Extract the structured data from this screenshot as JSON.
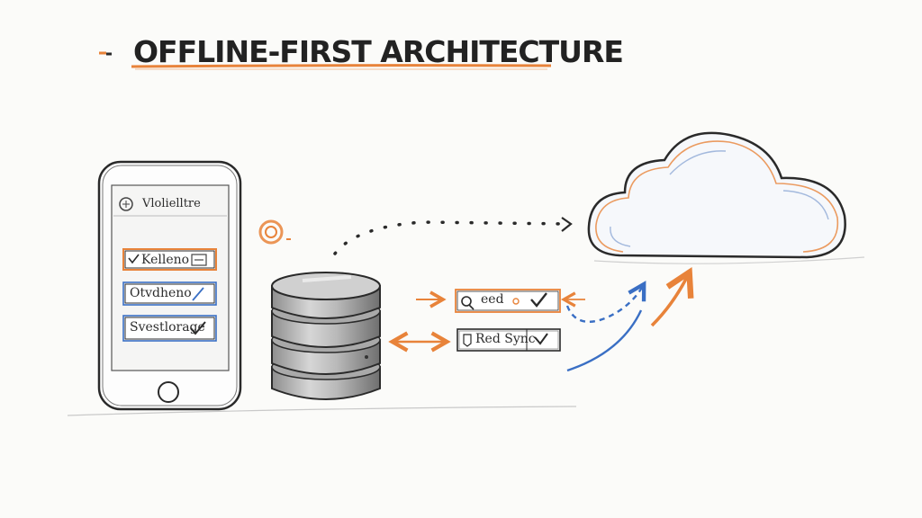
{
  "title": "OFFLINE-FIRST ARCHITECTURE",
  "phone": {
    "header": "Vlolielltre",
    "rows": [
      {
        "label": "Kelleno",
        "state": "highlighted"
      },
      {
        "label": "Otvdheno",
        "state": "normal"
      },
      {
        "label": "Svestlorage",
        "state": "normal"
      }
    ]
  },
  "sync_items": [
    {
      "label": "eed",
      "status": "checked",
      "color": "#e8833a"
    },
    {
      "label": "Red Sync",
      "status": "checked",
      "color": "#555555"
    }
  ],
  "colors": {
    "accent": "#e8833a",
    "blue": "#3a6fc4",
    "ink": "#2a2a2a"
  },
  "icons": [
    "phone-icon",
    "database-icon",
    "cloud-icon",
    "check-icon",
    "search-icon"
  ]
}
